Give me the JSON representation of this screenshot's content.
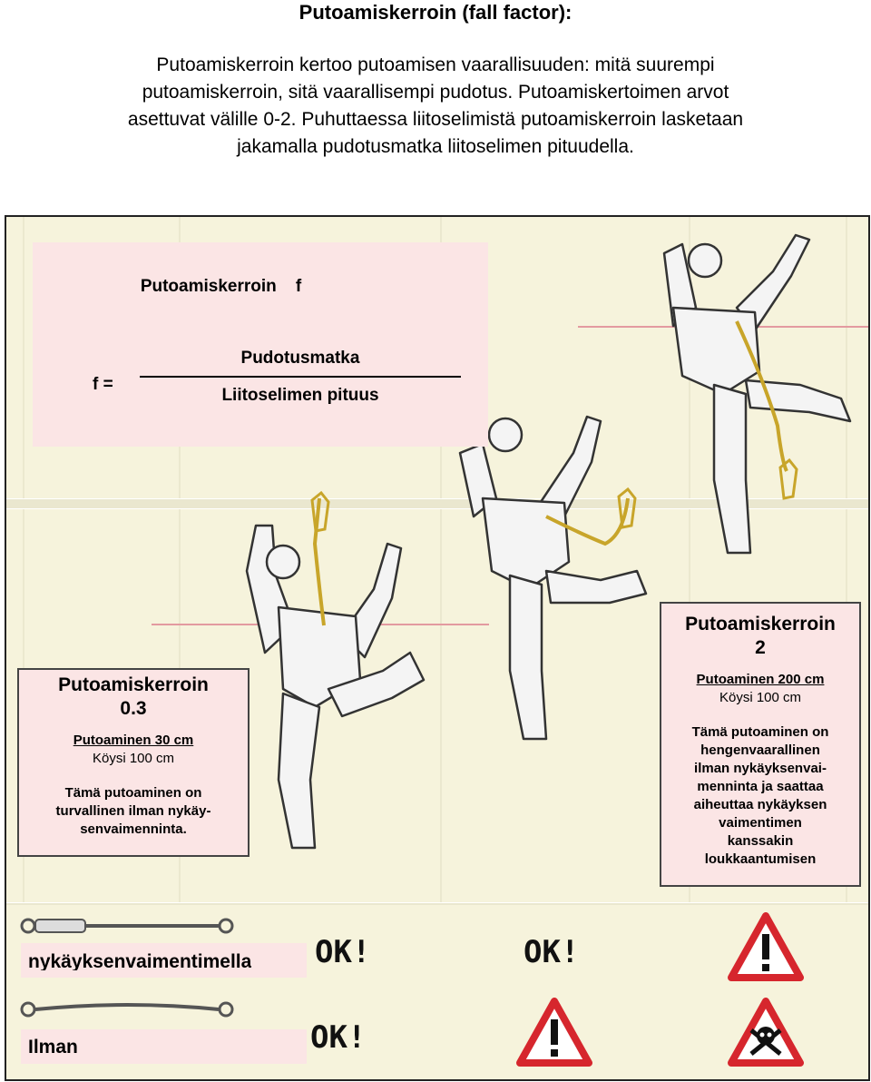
{
  "header": {
    "title": "Putoamiskerroin (fall factor):",
    "intro_lines": [
      "Putoamiskerroin kertoo putoamisen vaarallisuuden: mitä suurempi",
      "putoamiskerroin, sitä vaarallisempi pudotus. Putoamiskertoimen arvot",
      "asettuvat välille 0-2. Puhuttaessa liitoselimistä putoamiskerroin lasketaan",
      "jakamalla pudotusmatka liitoselimen pituudella."
    ]
  },
  "formula": {
    "title": "Putoamiskerroin    f",
    "lhs": "f =",
    "numerator": "Pudotusmatka",
    "denominator": "Liitoselimen pituus"
  },
  "box_low": {
    "title_line1": "Putoamiskerroin",
    "title_line2": "0.3",
    "fall": "Putoaminen 30 cm",
    "rope": "Köysi 100 cm",
    "desc_lines": [
      "Tämä putoaminen on",
      "turvallinen ilman nykäy-",
      "senvaimenninta."
    ]
  },
  "box_high": {
    "title_line1": "Putoamiskerroin",
    "title_line2": "2",
    "fall": "Putoaminen 200 cm",
    "rope": "Köysi 100 cm",
    "desc_lines": [
      "Tämä putoaminen on",
      "hengenvaarallinen",
      "ilman nykäyksenvai-",
      "menninta ja saattaa",
      "aiheuttaa nykäyksen",
      "vaimentimen",
      "kanssakin",
      "loukkaantumisen"
    ]
  },
  "legend": {
    "with_absorber": "nykäyksenvaimentimella",
    "without": "Ilman",
    "ok_1": "OK!",
    "ok_2": "OK!",
    "ok_3": "OK!"
  },
  "colors": {
    "figure_bg": "#f6f3dc",
    "box_pink": "#fbe5e5",
    "limit_line": "#e39aa0",
    "lanyard": "#c8a52a",
    "warning_red": "#d6262d"
  }
}
